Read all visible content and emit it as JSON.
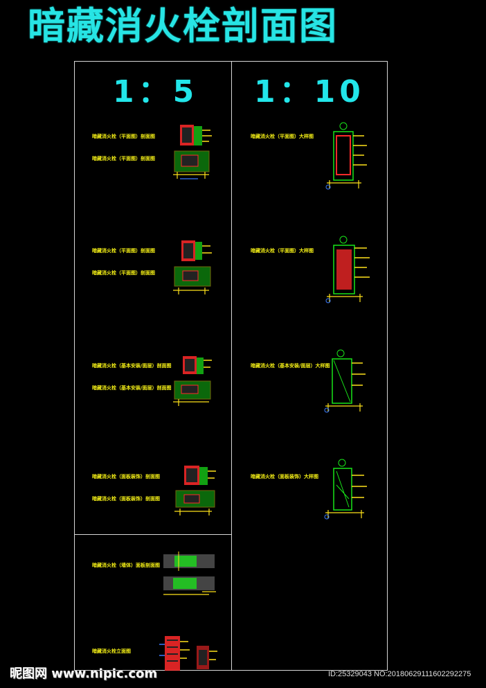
{
  "title": "暗藏消火栓剖面图",
  "scales": {
    "left": "1：5",
    "right": "1：10"
  },
  "left_labels": [
    "暗藏消火栓（平面图）剖面图",
    "暗藏消火栓（平面图）剖面图",
    "暗藏消火栓（平面图）剖面图",
    "暗藏消火栓（平面图）剖面图",
    "暗藏消火栓（基本安装/面层）剖面图",
    "暗藏消火栓（基本安装/面层）剖面图",
    "暗藏消火栓（面板装饰）剖面图",
    "暗藏消火栓（面板装饰）剖面图",
    "暗藏消火栓（墙体）面板剖面图",
    "暗藏消火栓立面图"
  ],
  "right_labels": [
    "暗藏消火栓（平面图）大样图",
    "暗藏消火栓（平面图）大样图",
    "暗藏消火栓（基本安装/面层）大样图",
    "暗藏消火栓（面板装饰）大样图"
  ],
  "colors": {
    "title": "#27e4e4",
    "frame": "#d8d8d8",
    "label": "#f4ef16",
    "hatch_green": "#19e619",
    "box_red": "#ff2a2a",
    "line_yellow": "#ffe21a",
    "line_blue": "#3a7bff"
  },
  "watermark": {
    "site": "昵图网 www.nipic.com",
    "id": "ID:25329043 NO:20180629111602292275"
  }
}
